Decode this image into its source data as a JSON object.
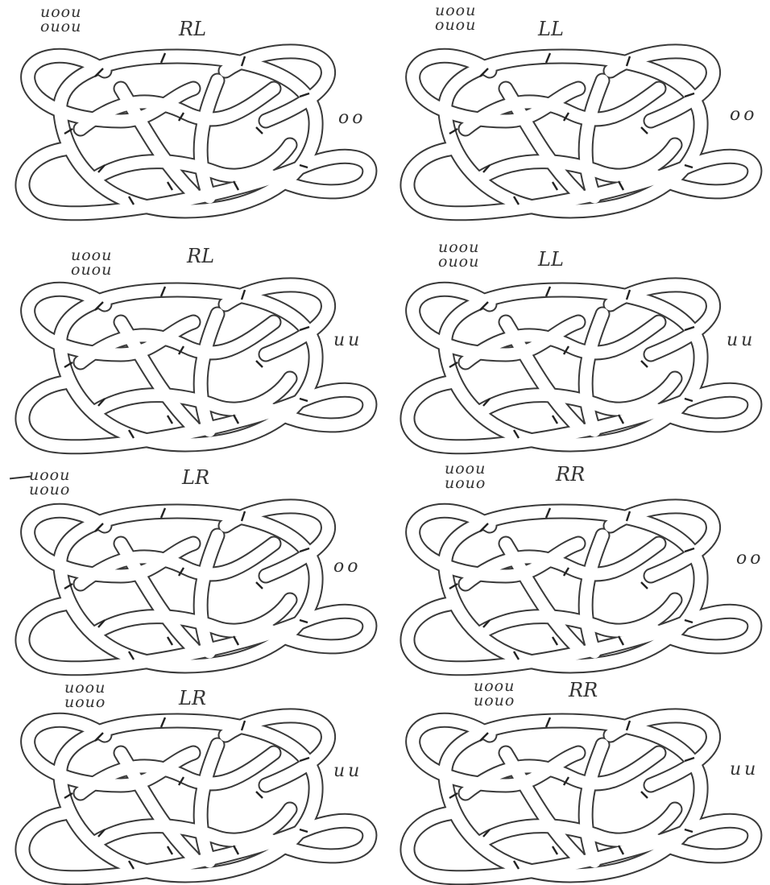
{
  "panels": [
    {
      "code": "uoou\nouou",
      "lr": "RL",
      "side": "oo"
    },
    {
      "code": "uoou\nouou",
      "lr": "LL",
      "side": "oo"
    },
    {
      "code": "uoou\nouou",
      "lr": "RL",
      "side": "uu"
    },
    {
      "code": "uoou\nouou",
      "lr": "LL",
      "side": "uu"
    },
    {
      "code": "uoou\nuouo",
      "lr": "LR",
      "side": "oo"
    },
    {
      "code": "uoou\nuouo",
      "lr": "RR",
      "side": "oo"
    },
    {
      "code": "uoou\nuouo",
      "lr": "LR",
      "side": "uu"
    },
    {
      "code": "uoou\nuouo",
      "lr": "RR",
      "side": "uu"
    }
  ]
}
